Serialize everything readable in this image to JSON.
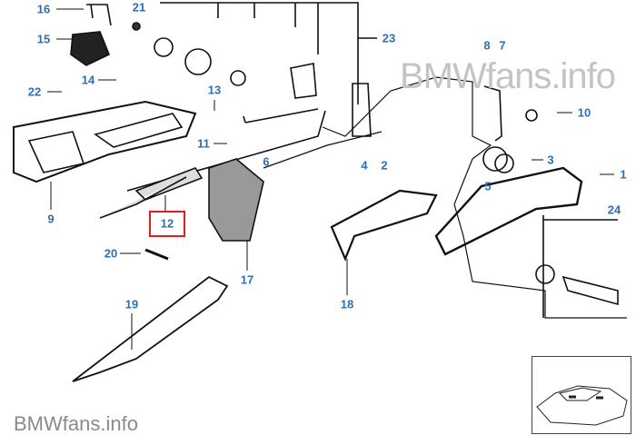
{
  "watermark_top": "BMWfans.info",
  "watermark_bottom": "BMWfans.info",
  "highlighted_part": "12",
  "accent_color": "#2f6fb5",
  "highlight_color": "#e02020",
  "part_labels": [
    "16",
    "21",
    "15",
    "23",
    "8",
    "7",
    "14",
    "22",
    "13",
    "10",
    "11",
    "6",
    "4",
    "2",
    "3",
    "1",
    "5",
    "9",
    "12",
    "24",
    "20",
    "17",
    "18",
    "19"
  ]
}
